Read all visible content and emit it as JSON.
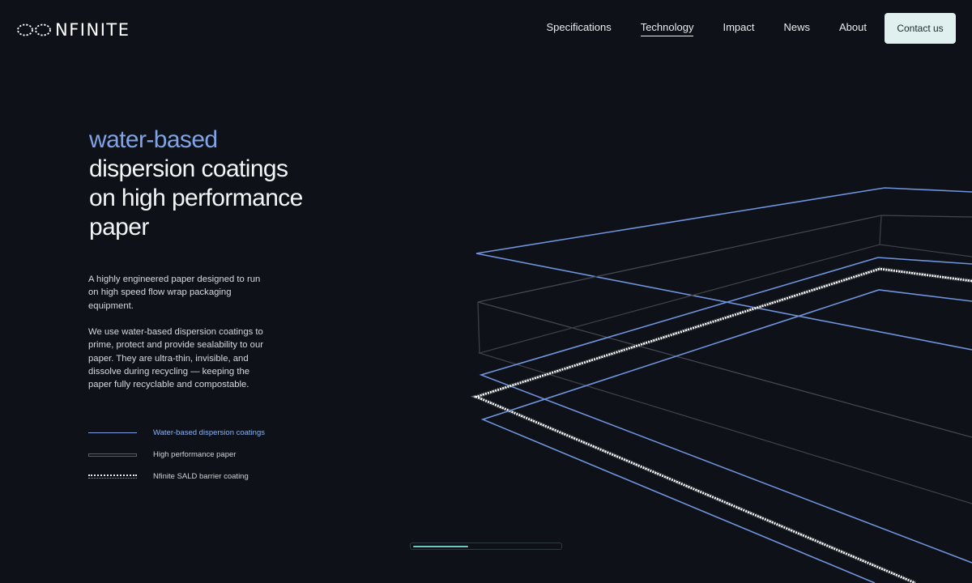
{
  "brand": {
    "name": "NFINITE"
  },
  "nav": {
    "items": [
      "Specifications",
      "Technology",
      "Impact",
      "News",
      "About"
    ],
    "active": "Technology",
    "contact_label": "Contact us"
  },
  "hero": {
    "accent": "water-based",
    "lines": [
      "dispersion coatings",
      "on high performance",
      "paper"
    ]
  },
  "body": {
    "paragraph1": "A highly engineered paper designed to run on high speed flow wrap packaging equipment.",
    "paragraph2": "We use water-based dispersion coatings to prime, protect and provide sealability to our paper. They are ultra-thin, invisible, and dissolve during recycling — keeping the paper fully recyclable and compostable."
  },
  "legend": [
    {
      "label": "Water-based dispersion coatings",
      "style": "blue-line"
    },
    {
      "label": "High performance paper",
      "style": "gray-box"
    },
    {
      "label": "Nfinite SALD barrier coating",
      "style": "dotted"
    }
  ],
  "slider": {
    "progress": 0.38
  },
  "colors": {
    "background": "#0e1218",
    "accent_blue": "#7fa3e6",
    "contact_bg": "#dff0ee",
    "progress": "#6fc7c4"
  }
}
